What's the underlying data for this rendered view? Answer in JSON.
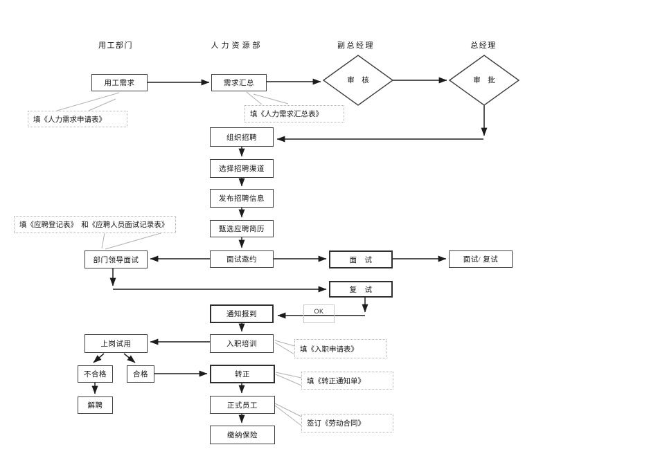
{
  "lanes": [
    {
      "label": "用工部门"
    },
    {
      "label": "人力资源部"
    },
    {
      "label": "副总经理"
    },
    {
      "label": "总经理"
    }
  ],
  "decisions": [
    {
      "label": "审　核"
    },
    {
      "label": "审　批"
    }
  ],
  "boxes": [
    {
      "label": "用工需求"
    },
    {
      "label": "需求汇总"
    },
    {
      "label": "组织招聘"
    },
    {
      "label": "选择招聘渠道"
    },
    {
      "label": "发布招聘信息"
    },
    {
      "label": "甄选应聘简历"
    },
    {
      "label": "面试邀约"
    },
    {
      "label": "部门领导面试"
    },
    {
      "label": "面　试"
    },
    {
      "label": "面试/ 复试"
    },
    {
      "label": "复　试"
    },
    {
      "label": "通知报到"
    },
    {
      "label": "入职培训"
    },
    {
      "label": "上岗试用"
    },
    {
      "label": "不合格"
    },
    {
      "label": "合格"
    },
    {
      "label": "解聘"
    },
    {
      "label": "转正"
    },
    {
      "label": "正式员工"
    },
    {
      "label": "缴纳保险"
    }
  ],
  "callouts": [
    {
      "label": "填《人力需求申请表》"
    },
    {
      "label": "填《人力需求汇总表》"
    },
    {
      "label": "填《应聘登记表》  和《应聘人员面试记录表》"
    },
    {
      "label": "填《入职申请表》"
    },
    {
      "label": "填《转正通知单》"
    },
    {
      "label": "签订《劳动合同》"
    }
  ],
  "edge_labels": {
    "ok": "OK"
  },
  "colors": {
    "flow_line": "#1c1c1c",
    "box_border": "#3d3d3d",
    "callout_border": "#b0b0b0",
    "background": "#ffffff"
  }
}
